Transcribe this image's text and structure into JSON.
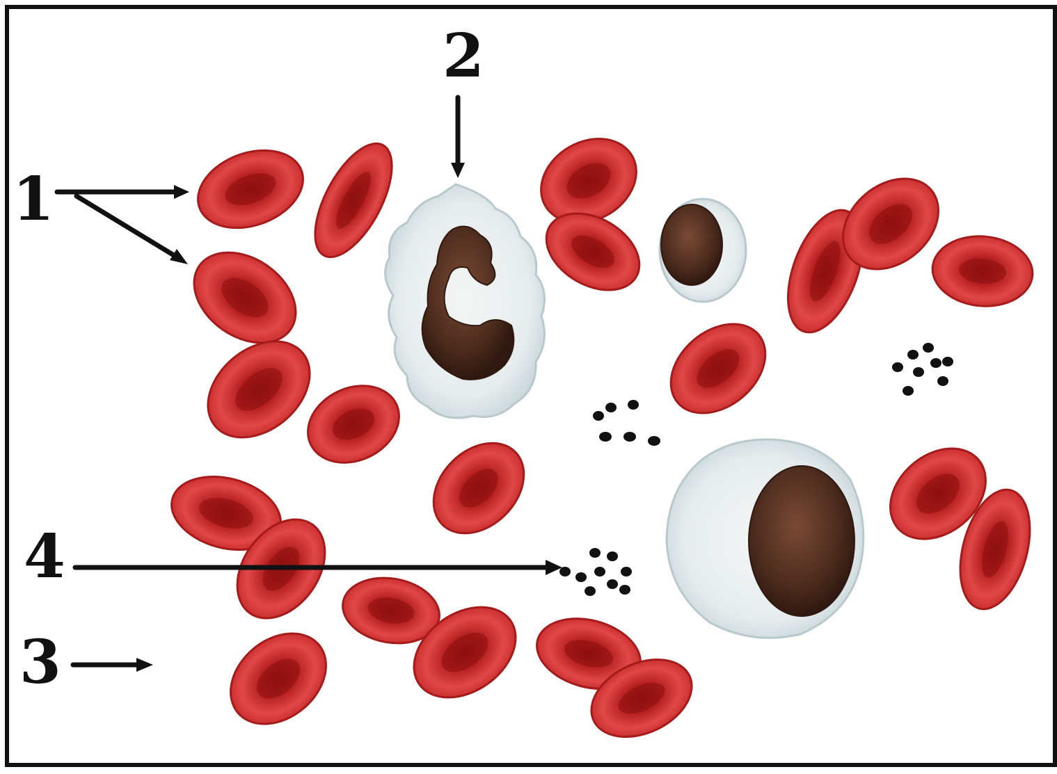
{
  "labels": [
    {
      "id": "1",
      "text": "1"
    },
    {
      "id": "2",
      "text": "2"
    },
    {
      "id": "3",
      "text": "3"
    },
    {
      "id": "4",
      "text": "4"
    }
  ],
  "colors": {
    "rbc_fill": "#cc2a2a",
    "rbc_rim": "#e84b4b",
    "rbc_center": "#9e1616",
    "wbc_cytoplasm": "#e9eef0",
    "nucleus": "#4a2a1c",
    "platelet": "#111111",
    "frame": "#111111"
  }
}
